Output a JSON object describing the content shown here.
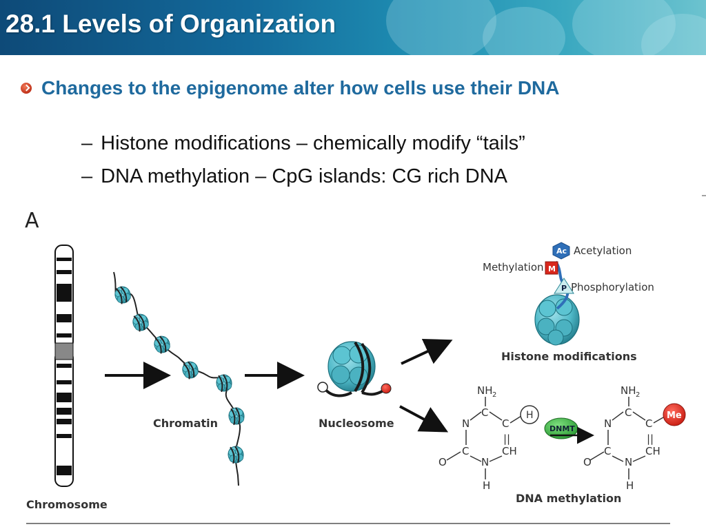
{
  "slide": {
    "title": "28.1 Levels of Organization",
    "main_bullet": "Changes to the epigenome alter how cells use their DNA",
    "sub_bullets": [
      "Histone modifications – chemically modify “tails”",
      "DNA methylation – CpG islands: CG rich DNA"
    ],
    "sub_dash": "–"
  },
  "figure": {
    "panel_label": "A",
    "labels": {
      "chromosome": "Chromosome",
      "chromatin": "Chromatin",
      "nucleosome": "Nucleosome",
      "histone_modifications": "Histone modifications",
      "dna_methylation": "DNA methylation"
    },
    "modifications": {
      "acetylation": "Acetylation",
      "methylation": "Methylation",
      "phosphorylation": "Phosphorylation",
      "ac_symbol": "Ac",
      "m_symbol": "M",
      "p_symbol": "P"
    },
    "enzyme": "DNMT",
    "methyl_group": "Me",
    "hydrogen": "H",
    "atoms": {
      "n": "N",
      "c": "C",
      "o": "O",
      "ch": "CH",
      "h": "H",
      "nh2_base": "NH",
      "nh2_sub": "2",
      "dbl": "||"
    }
  },
  "colors": {
    "title_blue": "#1f6a9e",
    "histone_teal": "#4fb9c8",
    "histone_dark": "#2a8797",
    "methyl_red": "#d9271c",
    "dnmt_green": "#3cb043",
    "acetyl_blue": "#2f6fb8"
  }
}
